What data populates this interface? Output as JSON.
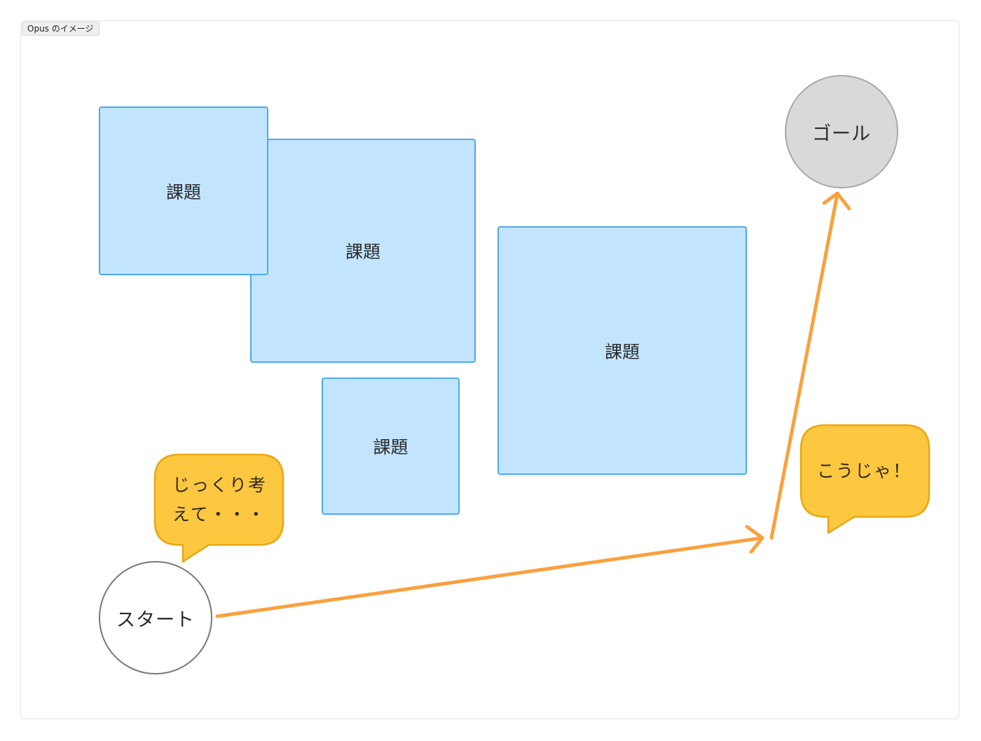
{
  "frame": {
    "label": "Opus のイメージ"
  },
  "tasks": [
    {
      "label": "課題"
    },
    {
      "label": "課題"
    },
    {
      "label": "課題"
    },
    {
      "label": "課題"
    }
  ],
  "start": {
    "label": "スタート"
  },
  "goal": {
    "label": "ゴール"
  },
  "bubbles": {
    "thinking": {
      "line1": "じっくり考",
      "line2": "えて・・・"
    },
    "eureka": {
      "label": "こうじゃ！"
    }
  },
  "colors": {
    "task_fill": "#c2e5fd",
    "task_border": "#4ea9ec",
    "arrow": "#f9a13f",
    "bubble_fill": "#fec740",
    "bubble_border": "#e8a712",
    "goal_fill": "#d9d9d9",
    "goal_border": "#a8a8a8",
    "start_border": "#777777"
  }
}
